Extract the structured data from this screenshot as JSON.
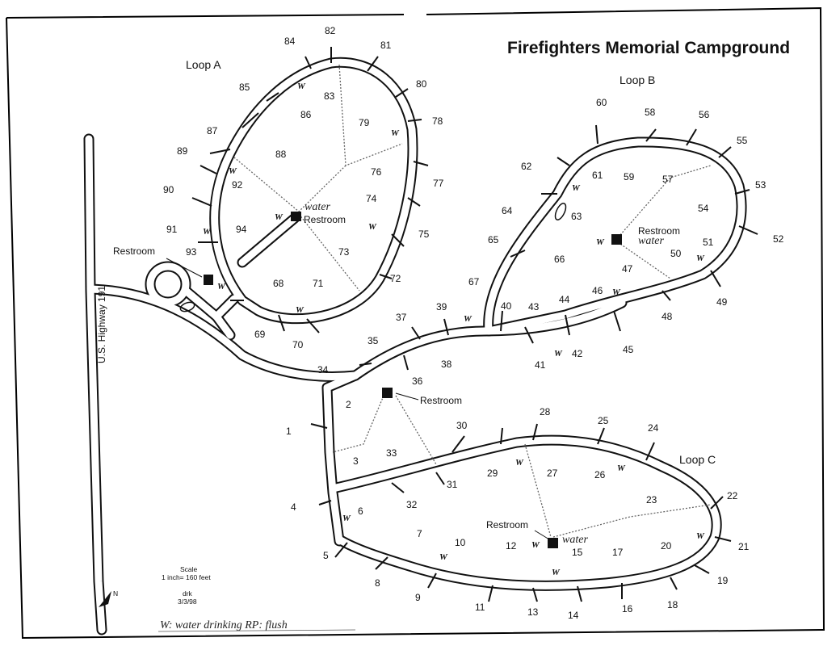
{
  "map": {
    "title": "Firefighters Memorial Campground",
    "highway_label": "U.S. Highway 191",
    "loops": {
      "a": "Loop A",
      "b": "Loop B",
      "c": "Loop C"
    },
    "restroom_label": "Restroom",
    "water_label": "water",
    "water_symbol": "W",
    "scale_title": "Scale",
    "scale_value": "1 inch= 160 feet",
    "drawn_by": "drk",
    "drawn_date": "3/3/98",
    "legend_note": "W: water drinking   RP: flush",
    "sites": {
      "1": "1",
      "2": "2",
      "3": "3",
      "4": "4",
      "5": "5",
      "6": "6",
      "7": "7",
      "8": "8",
      "9": "9",
      "10": "10",
      "11": "11",
      "12": "12",
      "13": "13",
      "14": "14",
      "15": "15",
      "16": "16",
      "17": "17",
      "18": "18",
      "19": "19",
      "20": "20",
      "21": "21",
      "22": "22",
      "23": "23",
      "24": "24",
      "25": "25",
      "26": "26",
      "27": "27",
      "28": "28",
      "29": "29",
      "30": "30",
      "31": "31",
      "32": "32",
      "33": "33",
      "34": "34",
      "35": "35",
      "36": "36",
      "37": "37",
      "38": "38",
      "39": "39",
      "40": "40",
      "41": "41",
      "42": "42",
      "43": "43",
      "44": "44",
      "45": "45",
      "46": "46",
      "47": "47",
      "48": "48",
      "49": "49",
      "50": "50",
      "51": "51",
      "52": "52",
      "53": "53",
      "54": "54",
      "55": "55",
      "56": "56",
      "57": "57",
      "58": "58",
      "59": "59",
      "60": "60",
      "61": "61",
      "62": "62",
      "63": "63",
      "64": "64",
      "65": "65",
      "66": "66",
      "67": "67",
      "68": "68",
      "69": "69",
      "70": "70",
      "71": "71",
      "72": "72",
      "73": "73",
      "74": "74",
      "75": "75",
      "76": "76",
      "77": "77",
      "78": "78",
      "79": "79",
      "80": "80",
      "81": "81",
      "82": "82",
      "83": "83",
      "84": "84",
      "85": "85",
      "86": "86",
      "87": "87",
      "88": "88",
      "89": "89",
      "90": "90",
      "91": "91",
      "92": "92",
      "93": "93",
      "94": "94"
    }
  }
}
